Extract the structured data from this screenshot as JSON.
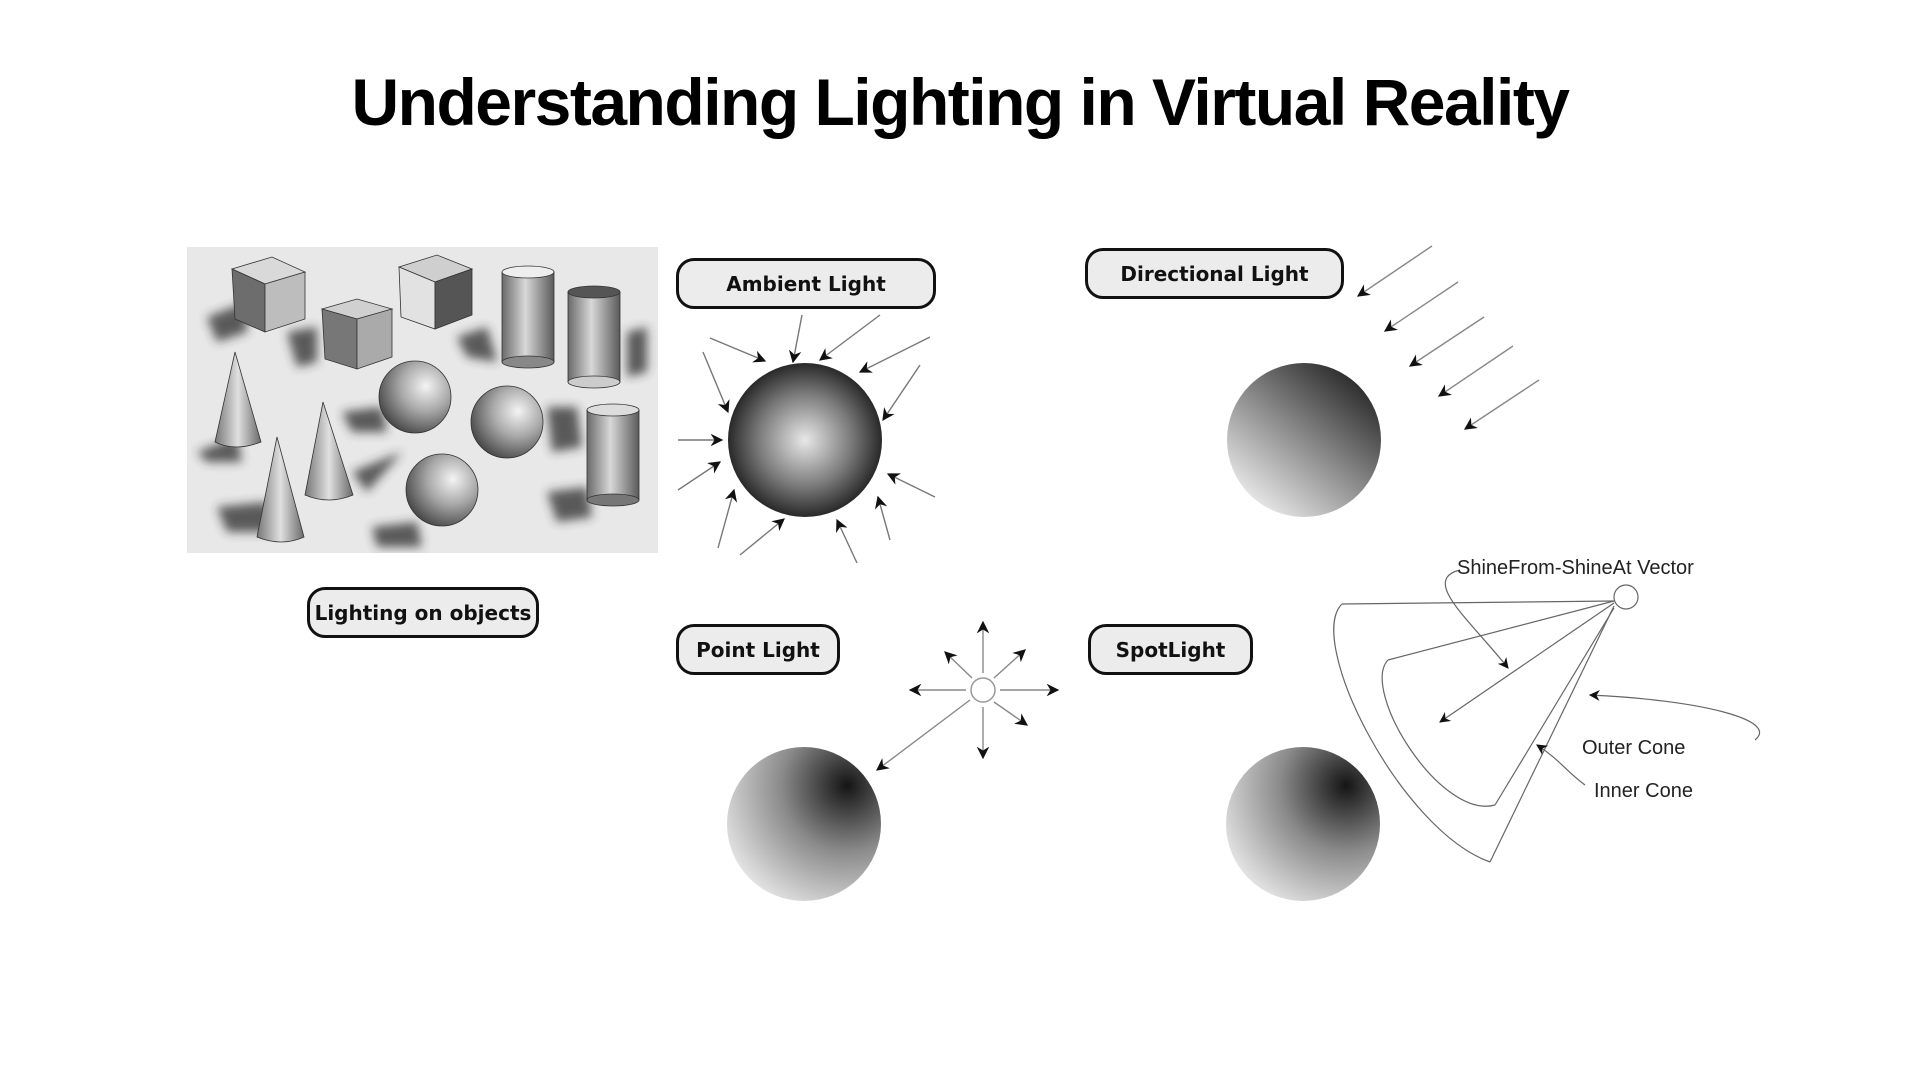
{
  "slide": {
    "title": "Understanding Lighting in Virtual Reality",
    "background": "#ffffff"
  },
  "panels": {
    "objects": {
      "label": "Lighting on objects",
      "image": "grayscale-shaded-primitives-photo"
    },
    "ambient": {
      "label": "Ambient Light"
    },
    "directional": {
      "label": "Directional Light"
    },
    "point": {
      "label": "Point Light"
    },
    "spot": {
      "label": "SpotLight",
      "annotations": {
        "vector": "ShineFrom-ShineAt Vector",
        "outer_cone": "Outer Cone",
        "inner_cone": "Inner Cone"
      }
    }
  },
  "colors": {
    "pill_fill": "#ececec",
    "pill_border": "#111111",
    "text": "#111111"
  }
}
